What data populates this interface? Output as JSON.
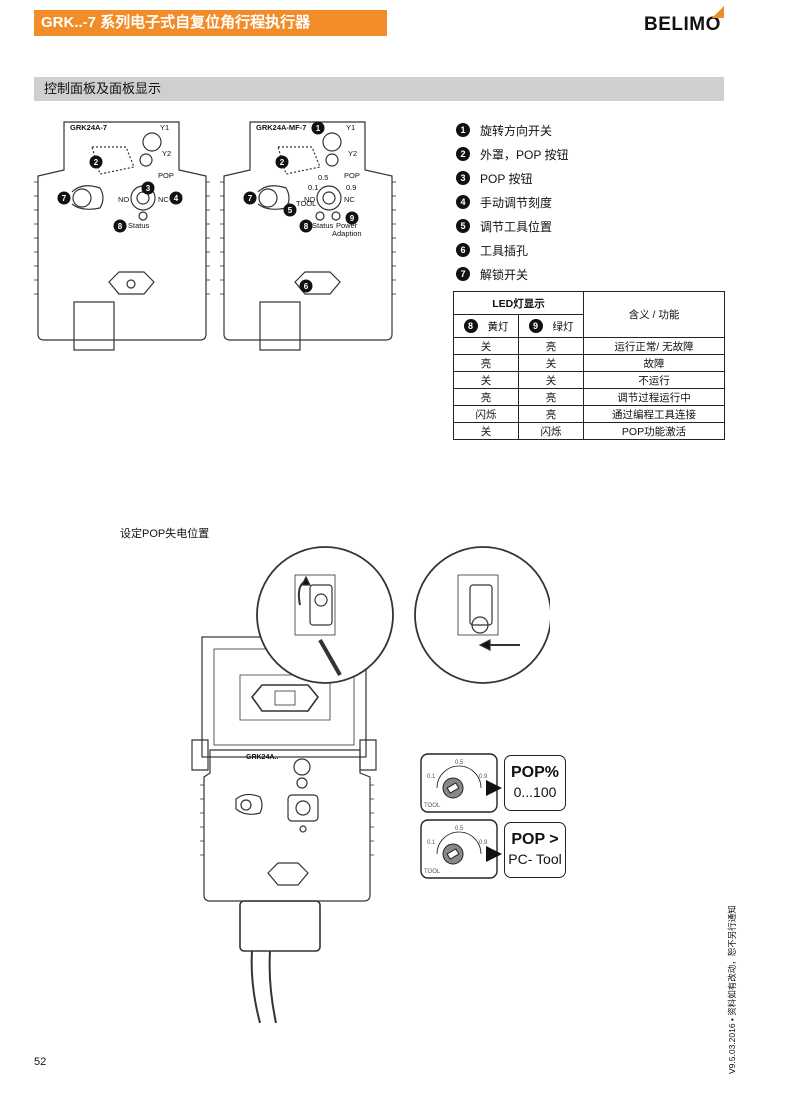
{
  "header": {
    "title": "GRK..-7 系列电子式自复位角行程执行器",
    "brand": "BELIMO",
    "accent_color": "#f28c28"
  },
  "section": {
    "title": "控制面板及面板显示"
  },
  "diagrams": {
    "left_model": "GRK24A-7",
    "right_model": "GRK24A-MF-7",
    "labels": {
      "y1": "Y1",
      "y2": "Y2",
      "pop": "POP",
      "no": "NO",
      "nc": "NC",
      "status": "Status",
      "tool": "TOOL",
      "power": "Power",
      "adaption": "Adaption",
      "scale_low": "0.1",
      "scale_mid": "0.5",
      "scale_high": "0.9"
    },
    "markers": [
      "1",
      "2",
      "3",
      "4",
      "5",
      "6",
      "7",
      "8",
      "9"
    ]
  },
  "legend": [
    {
      "num": "1",
      "text": "旋转方向开关"
    },
    {
      "num": "2",
      "text": "外罩，POP 按钮"
    },
    {
      "num": "3",
      "text": "POP 按钮"
    },
    {
      "num": "4",
      "text": "手动调节刻度"
    },
    {
      "num": "5",
      "text": "调节工具位置"
    },
    {
      "num": "6",
      "text": "工具插孔"
    },
    {
      "num": "7",
      "text": "解锁开关"
    }
  ],
  "led_table": {
    "group_header": "LED灯显示",
    "meaning_header": "含义 / 功能",
    "yellow": {
      "num": "8",
      "label": "黄灯"
    },
    "green": {
      "num": "9",
      "label": "绿灯"
    },
    "rows": [
      [
        "关",
        "亮",
        "运行正常/ 无故障"
      ],
      [
        "亮",
        "关",
        "故障"
      ],
      [
        "关",
        "关",
        "不运行"
      ],
      [
        "亮",
        "亮",
        "调节过程运行中"
      ],
      [
        "闪烁",
        "亮",
        "通过编程工具连接"
      ],
      [
        "关",
        "闪烁",
        "POP功能激活"
      ]
    ]
  },
  "pop_section": {
    "title": "设定POP失电位置",
    "device_label": "GRK24A..",
    "box1_title": "POP%",
    "box1_sub": "0...100",
    "box2_title": "POP >",
    "box2_sub": "PC- Tool",
    "dial_low": "0.1",
    "dial_mid": "0.5",
    "dial_high": "0.9",
    "dial_tool": "TOOL"
  },
  "footer": {
    "page": "52",
    "version_note": "V9.5.03.2016 • 资料如有改动，恕不另行通知"
  }
}
